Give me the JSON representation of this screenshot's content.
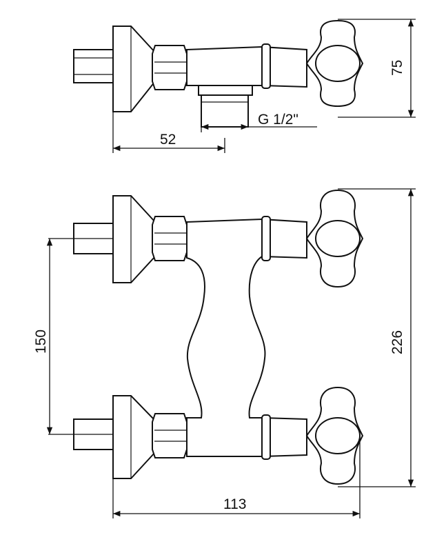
{
  "dimensions": {
    "side_view_width": "52",
    "side_view_height": "75",
    "thread": "G 1/2\"",
    "inlet_spacing": "150",
    "total_height": "226",
    "total_width": "113"
  },
  "colors": {
    "line": "#111111",
    "background": "#ffffff"
  }
}
